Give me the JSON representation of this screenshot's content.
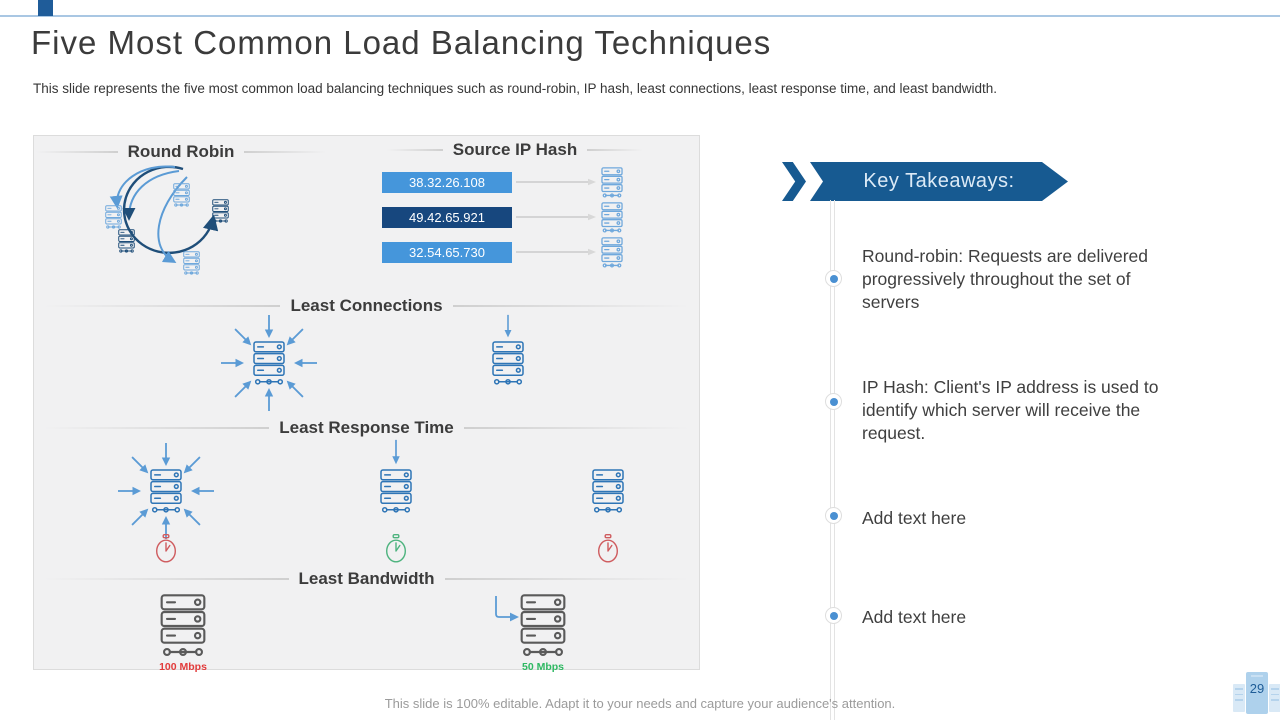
{
  "header": {
    "title": "Five Most Common Load Balancing Techniques",
    "subtitle": "This slide represents the five most common load balancing techniques such as round-robin, IP hash, least connections, least response time, and least bandwidth."
  },
  "panel": {
    "round_robin_title": "Round Robin",
    "source_ip_hash_title": "Source IP Hash",
    "ip_addresses": [
      "38.32.26.108",
      "49.42.65.921",
      "32.54.65.730"
    ],
    "least_connections_title": "Least Connections",
    "least_response_time_title": "Least Response Time",
    "least_bandwidth_title": "Least Bandwidth",
    "bandwidth_left_label": "100 Mbps",
    "bandwidth_right_label": "50 Mbps"
  },
  "takeaways": {
    "banner_label": "Key Takeaways:",
    "items": [
      "Round-robin: Requests are delivered progressively throughout the set of servers",
      "IP Hash: Client's IP address is used to identify which server will receive the request.",
      "Add text here",
      "Add text here"
    ]
  },
  "footer": {
    "note": "This slide is 100% editable. Adapt it to your needs and capture your audience's attention.",
    "page_number": "29"
  },
  "colors": {
    "banner_blue": "#175a91",
    "accent_square_blue": "#1f5c99",
    "top_line_blue": "#a9c7e3",
    "ip_bar_blue": "#4596db",
    "ip_bar_navy": "#17477e",
    "icon_blue": "#2e75b6",
    "arrow_blue": "#5b9bd5",
    "bandwidth_red": "#e23b3b",
    "bandwidth_green": "#2eb862"
  }
}
